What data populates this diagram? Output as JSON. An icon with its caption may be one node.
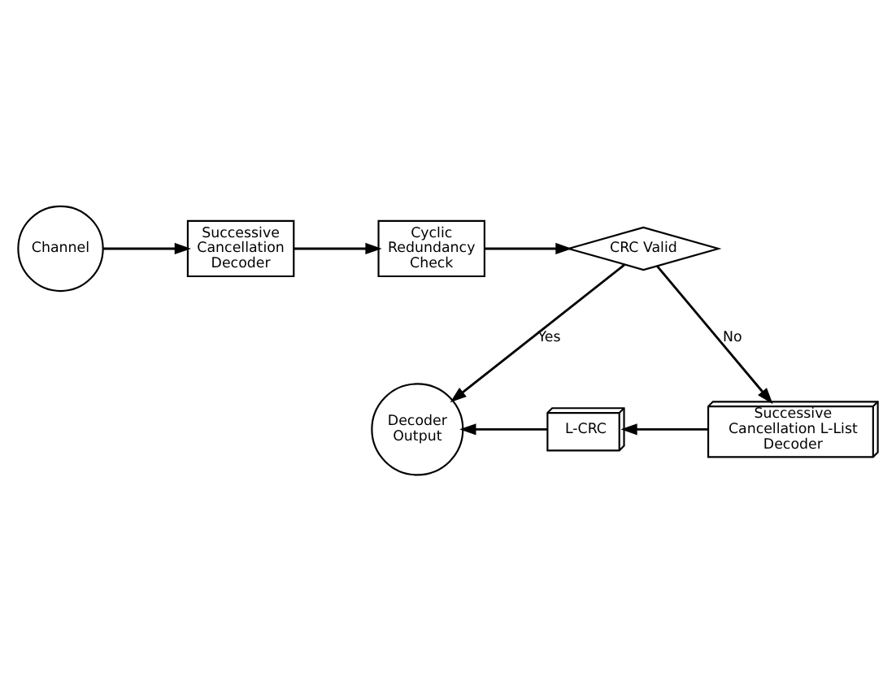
{
  "diagram": {
    "nodes": [
      {
        "text": [
          "Channel"
        ]
      },
      {
        "text": [
          "Successive Cancellation Decoder"
        ]
      },
      {
        "text": [
          "Cyclic Redundancy Check"
        ]
      },
      {
        "text": [
          "CRC Valid"
        ]
      },
      {
        "text": [
          "Decoder Output"
        ]
      },
      {
        "text": [
          "L-CRC"
        ]
      },
      {
        "text": [
          "Successive Cancellation L-List Decoder"
        ]
      }
    ],
    "edges": [
      {
        "from": 0,
        "to": 1,
        "arrow": "to"
      },
      {
        "from": 1,
        "to": 2,
        "arrow": "to"
      },
      {
        "from": 2,
        "to": 3,
        "arrow": "to"
      },
      {
        "from": 3,
        "to": 4,
        "arrow": "to",
        "label": "Yes"
      },
      {
        "from": 3,
        "to": 6,
        "arrow": "to",
        "label": "No"
      },
      {
        "from": 6,
        "to": 5,
        "arrow": "to"
      },
      {
        "from": 5,
        "to": 4,
        "arrow": "to"
      }
    ]
  }
}
